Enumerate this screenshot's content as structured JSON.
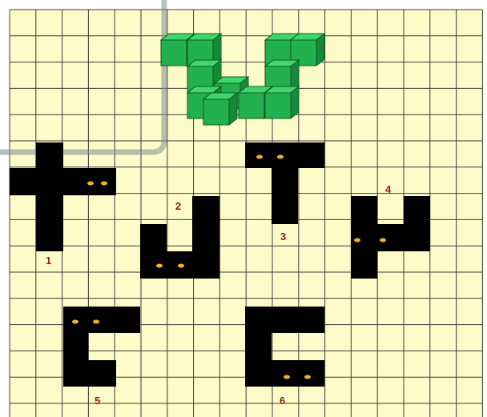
{
  "puzzle": {
    "colors": {
      "paper": "#fdfcc9",
      "grid": "#3a3a3a",
      "shadow": "#000000",
      "eye": "#f2b51d",
      "cube_front": "#22b14c",
      "cube_top": "#3fd66a",
      "cube_side": "#168a36",
      "number": "#a01515",
      "frame": "#7f8a96"
    },
    "cube_shape_icon": "green-3d-cube-shape-icon",
    "eyes_icon": "glowing-eyes-icon",
    "shadows": [
      {
        "label": "1",
        "eyes_direction": "right"
      },
      {
        "label": "2",
        "eyes_direction": "bottom"
      },
      {
        "label": "3",
        "eyes_direction": "top"
      },
      {
        "label": "4",
        "eyes_direction": "left"
      },
      {
        "label": "5",
        "eyes_direction": "top"
      },
      {
        "label": "6",
        "eyes_direction": "bottom"
      }
    ]
  }
}
